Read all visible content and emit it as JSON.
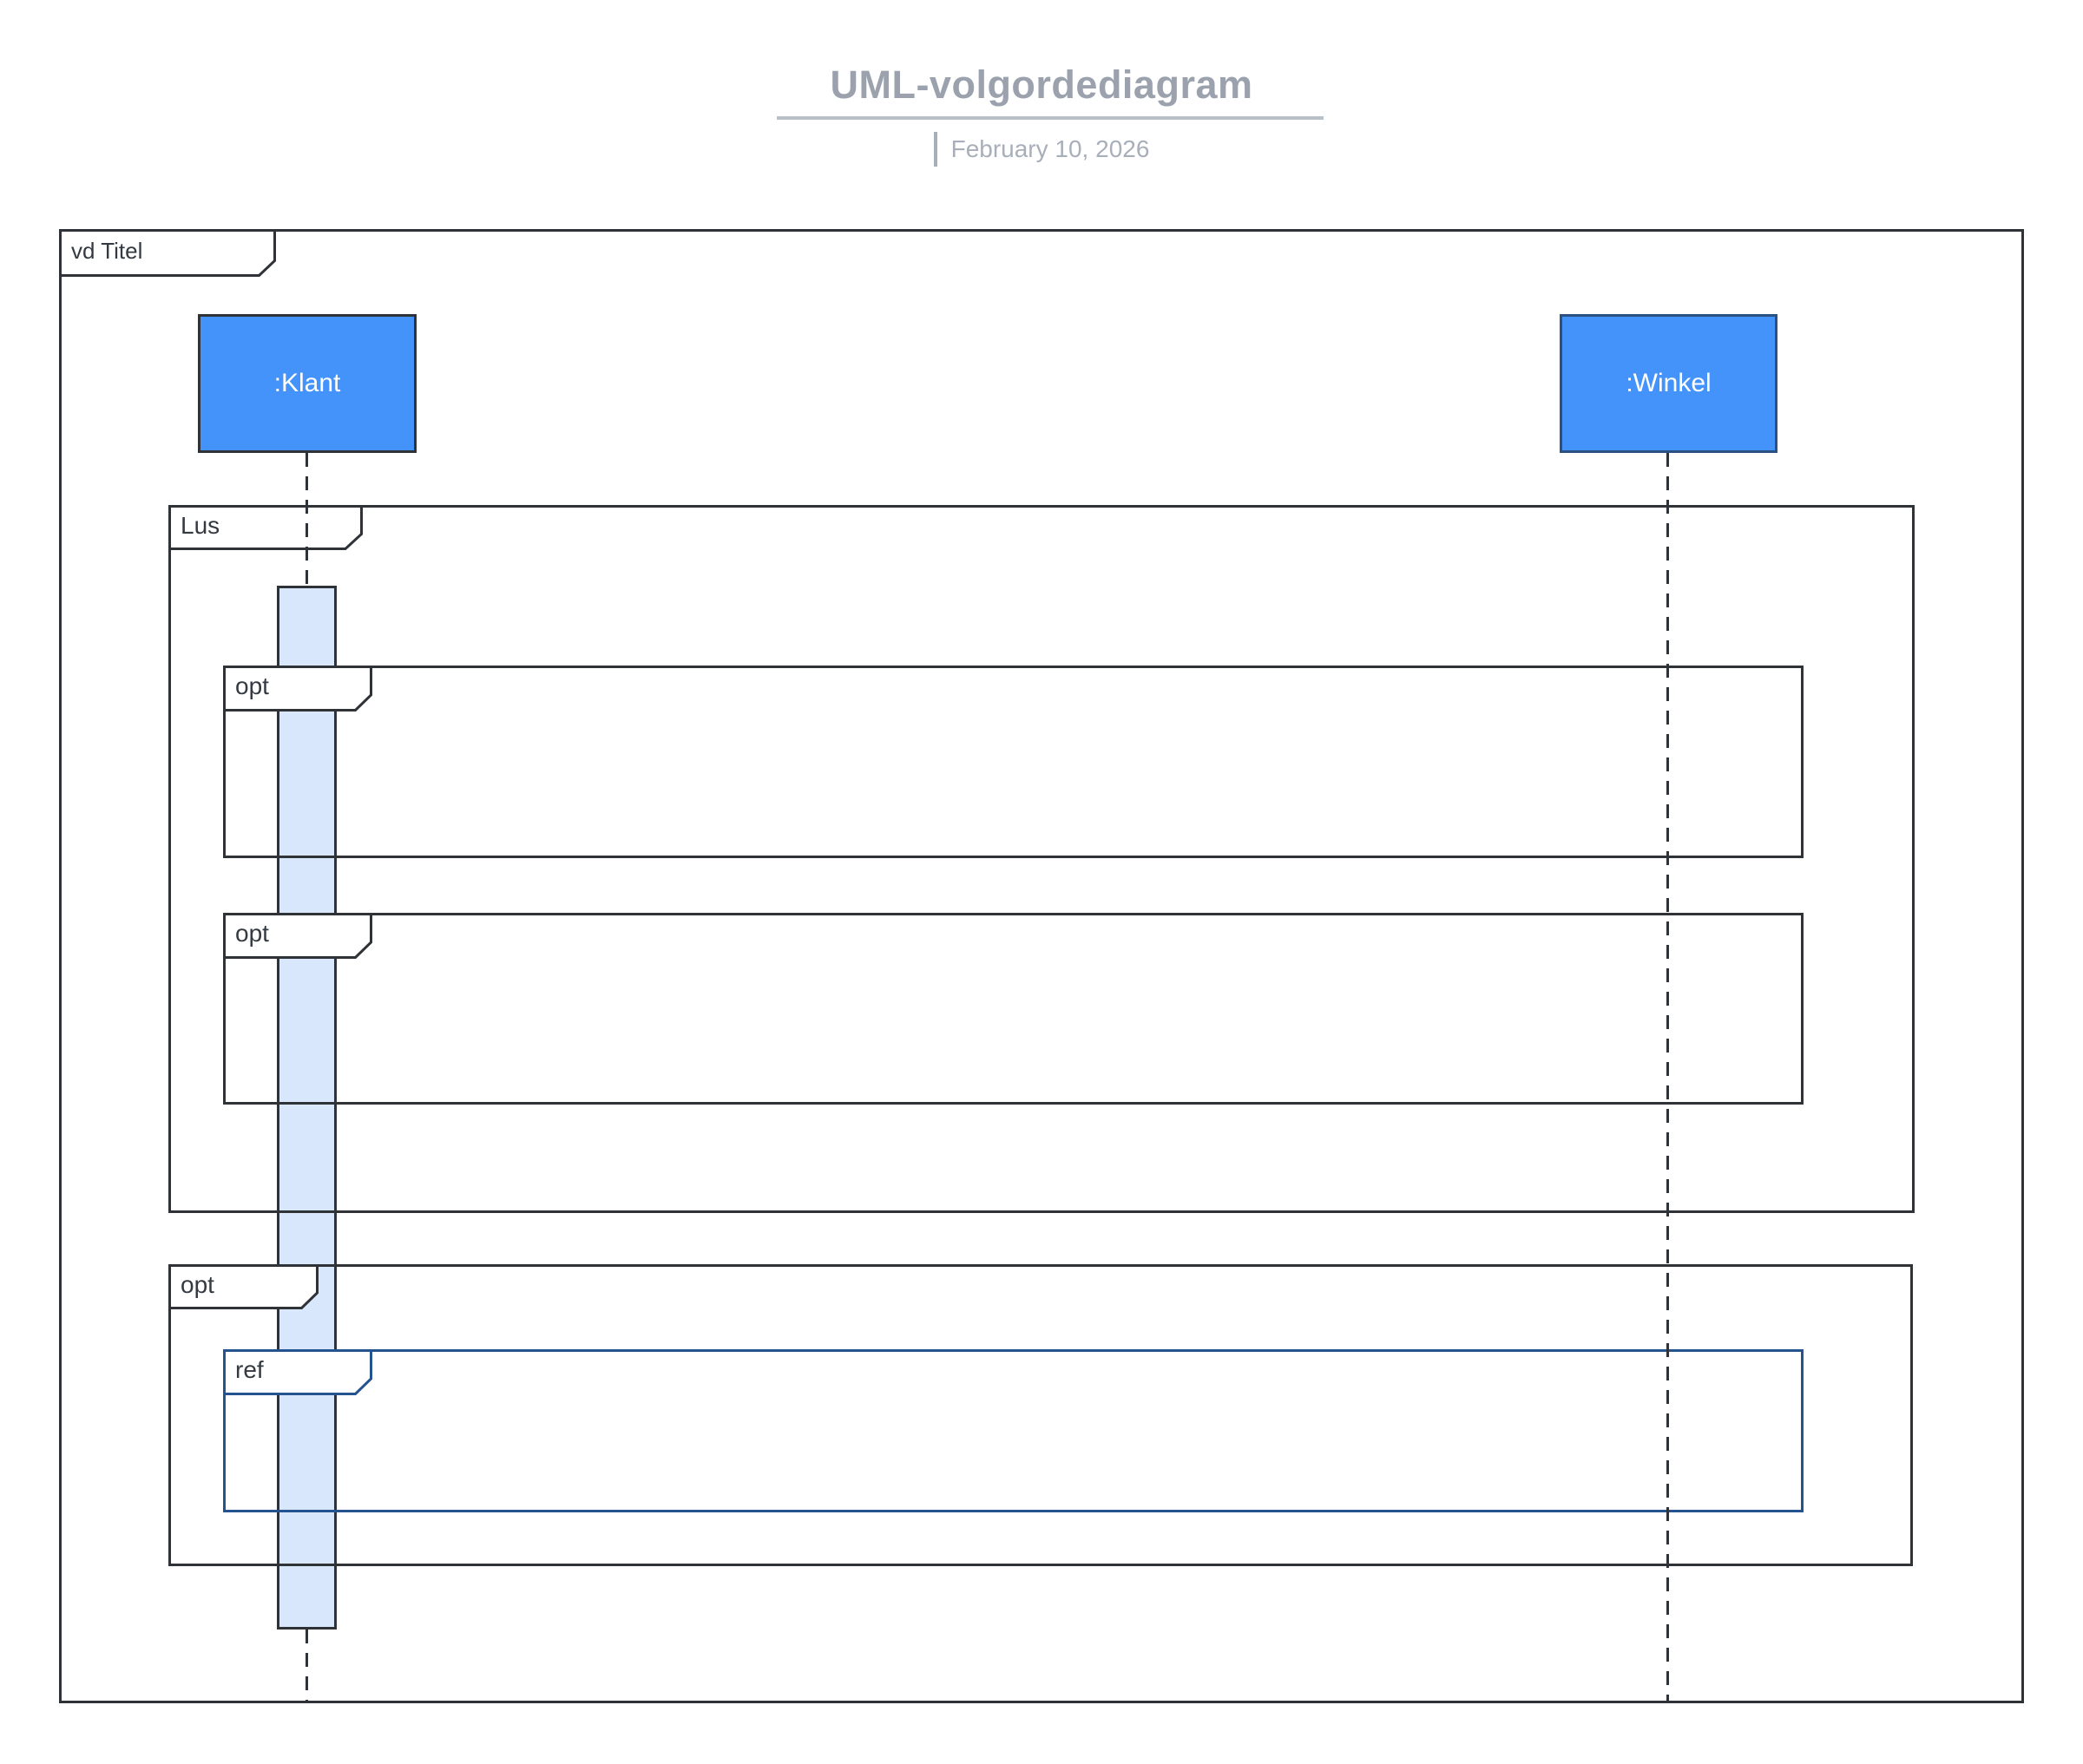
{
  "header": {
    "title": "UML-volgordediagram",
    "date_separator": "|",
    "date": "February 10, 2026"
  },
  "frame": {
    "label": "vd Titel"
  },
  "actors": [
    {
      "label": ":Klant"
    },
    {
      "label": ":Winkel"
    }
  ],
  "fragments": [
    {
      "operator": "Lus"
    },
    {
      "operator": "opt"
    },
    {
      "operator": "opt"
    },
    {
      "operator": "opt"
    },
    {
      "operator": "ref"
    }
  ],
  "colors": {
    "actor_fill": "#4493FB",
    "actor_border_dark": "#2F3237",
    "actor_border_navy": "#2B5183",
    "ref_border": "#24538F",
    "activation_fill": "#D9E7FC",
    "line": "#2F3237",
    "title_text": "#9BA2AE",
    "date_text": "#A8AFBA",
    "underline": "#BAC0C8"
  }
}
